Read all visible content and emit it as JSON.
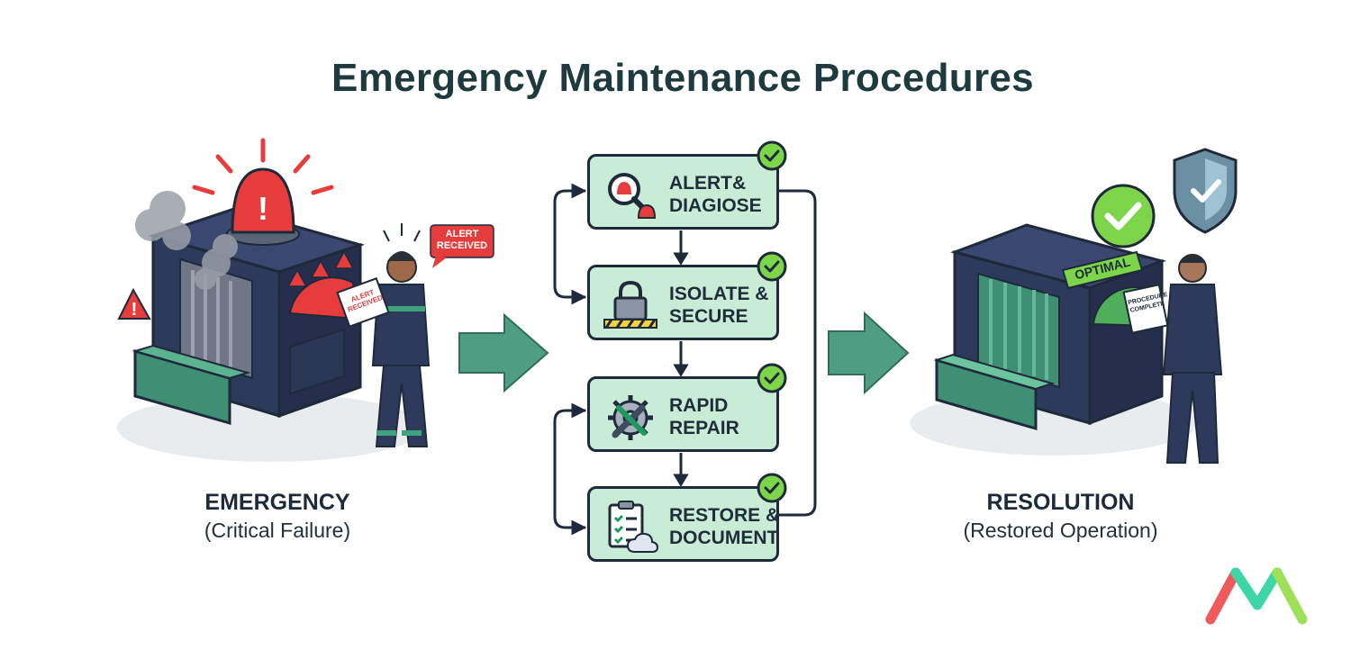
{
  "diagram": {
    "title": "Emergency Maintenance Procedures",
    "left_panel": {
      "heading": "EMERGENCY",
      "subheading": "(Critical Failure)",
      "speech_bubble": "ALERT RECEIVED",
      "tablet_text": "ALERT RECEIVED"
    },
    "steps": [
      {
        "label": "ALERT& DIAGIOSE",
        "icon": "magnifier-siren-icon",
        "status": "check-icon"
      },
      {
        "label": "ISOLATE & SECURE",
        "icon": "padlock-barrier-icon",
        "status": "check-icon"
      },
      {
        "label": "RAPID REPAIR",
        "icon": "gear-wrench-icon",
        "status": "check-icon"
      },
      {
        "label": "RESTORE & DOCUMENT",
        "icon": "clipboard-cloud-icon",
        "status": "check-icon"
      }
    ],
    "right_panel": {
      "heading": "RESOLUTION",
      "subheading": "(Restored Operation)",
      "gauge_text": "OPTIMAL",
      "tablet_text": "PROCEDURE COMPLETE"
    },
    "colors": {
      "navy": "#2d3a5c",
      "alert_red": "#e63c3c",
      "mint": "#c9ecd7",
      "teal_arrow": "#4f9e84",
      "success_green": "#7dd649",
      "dark": "#1e2a3a"
    }
  }
}
